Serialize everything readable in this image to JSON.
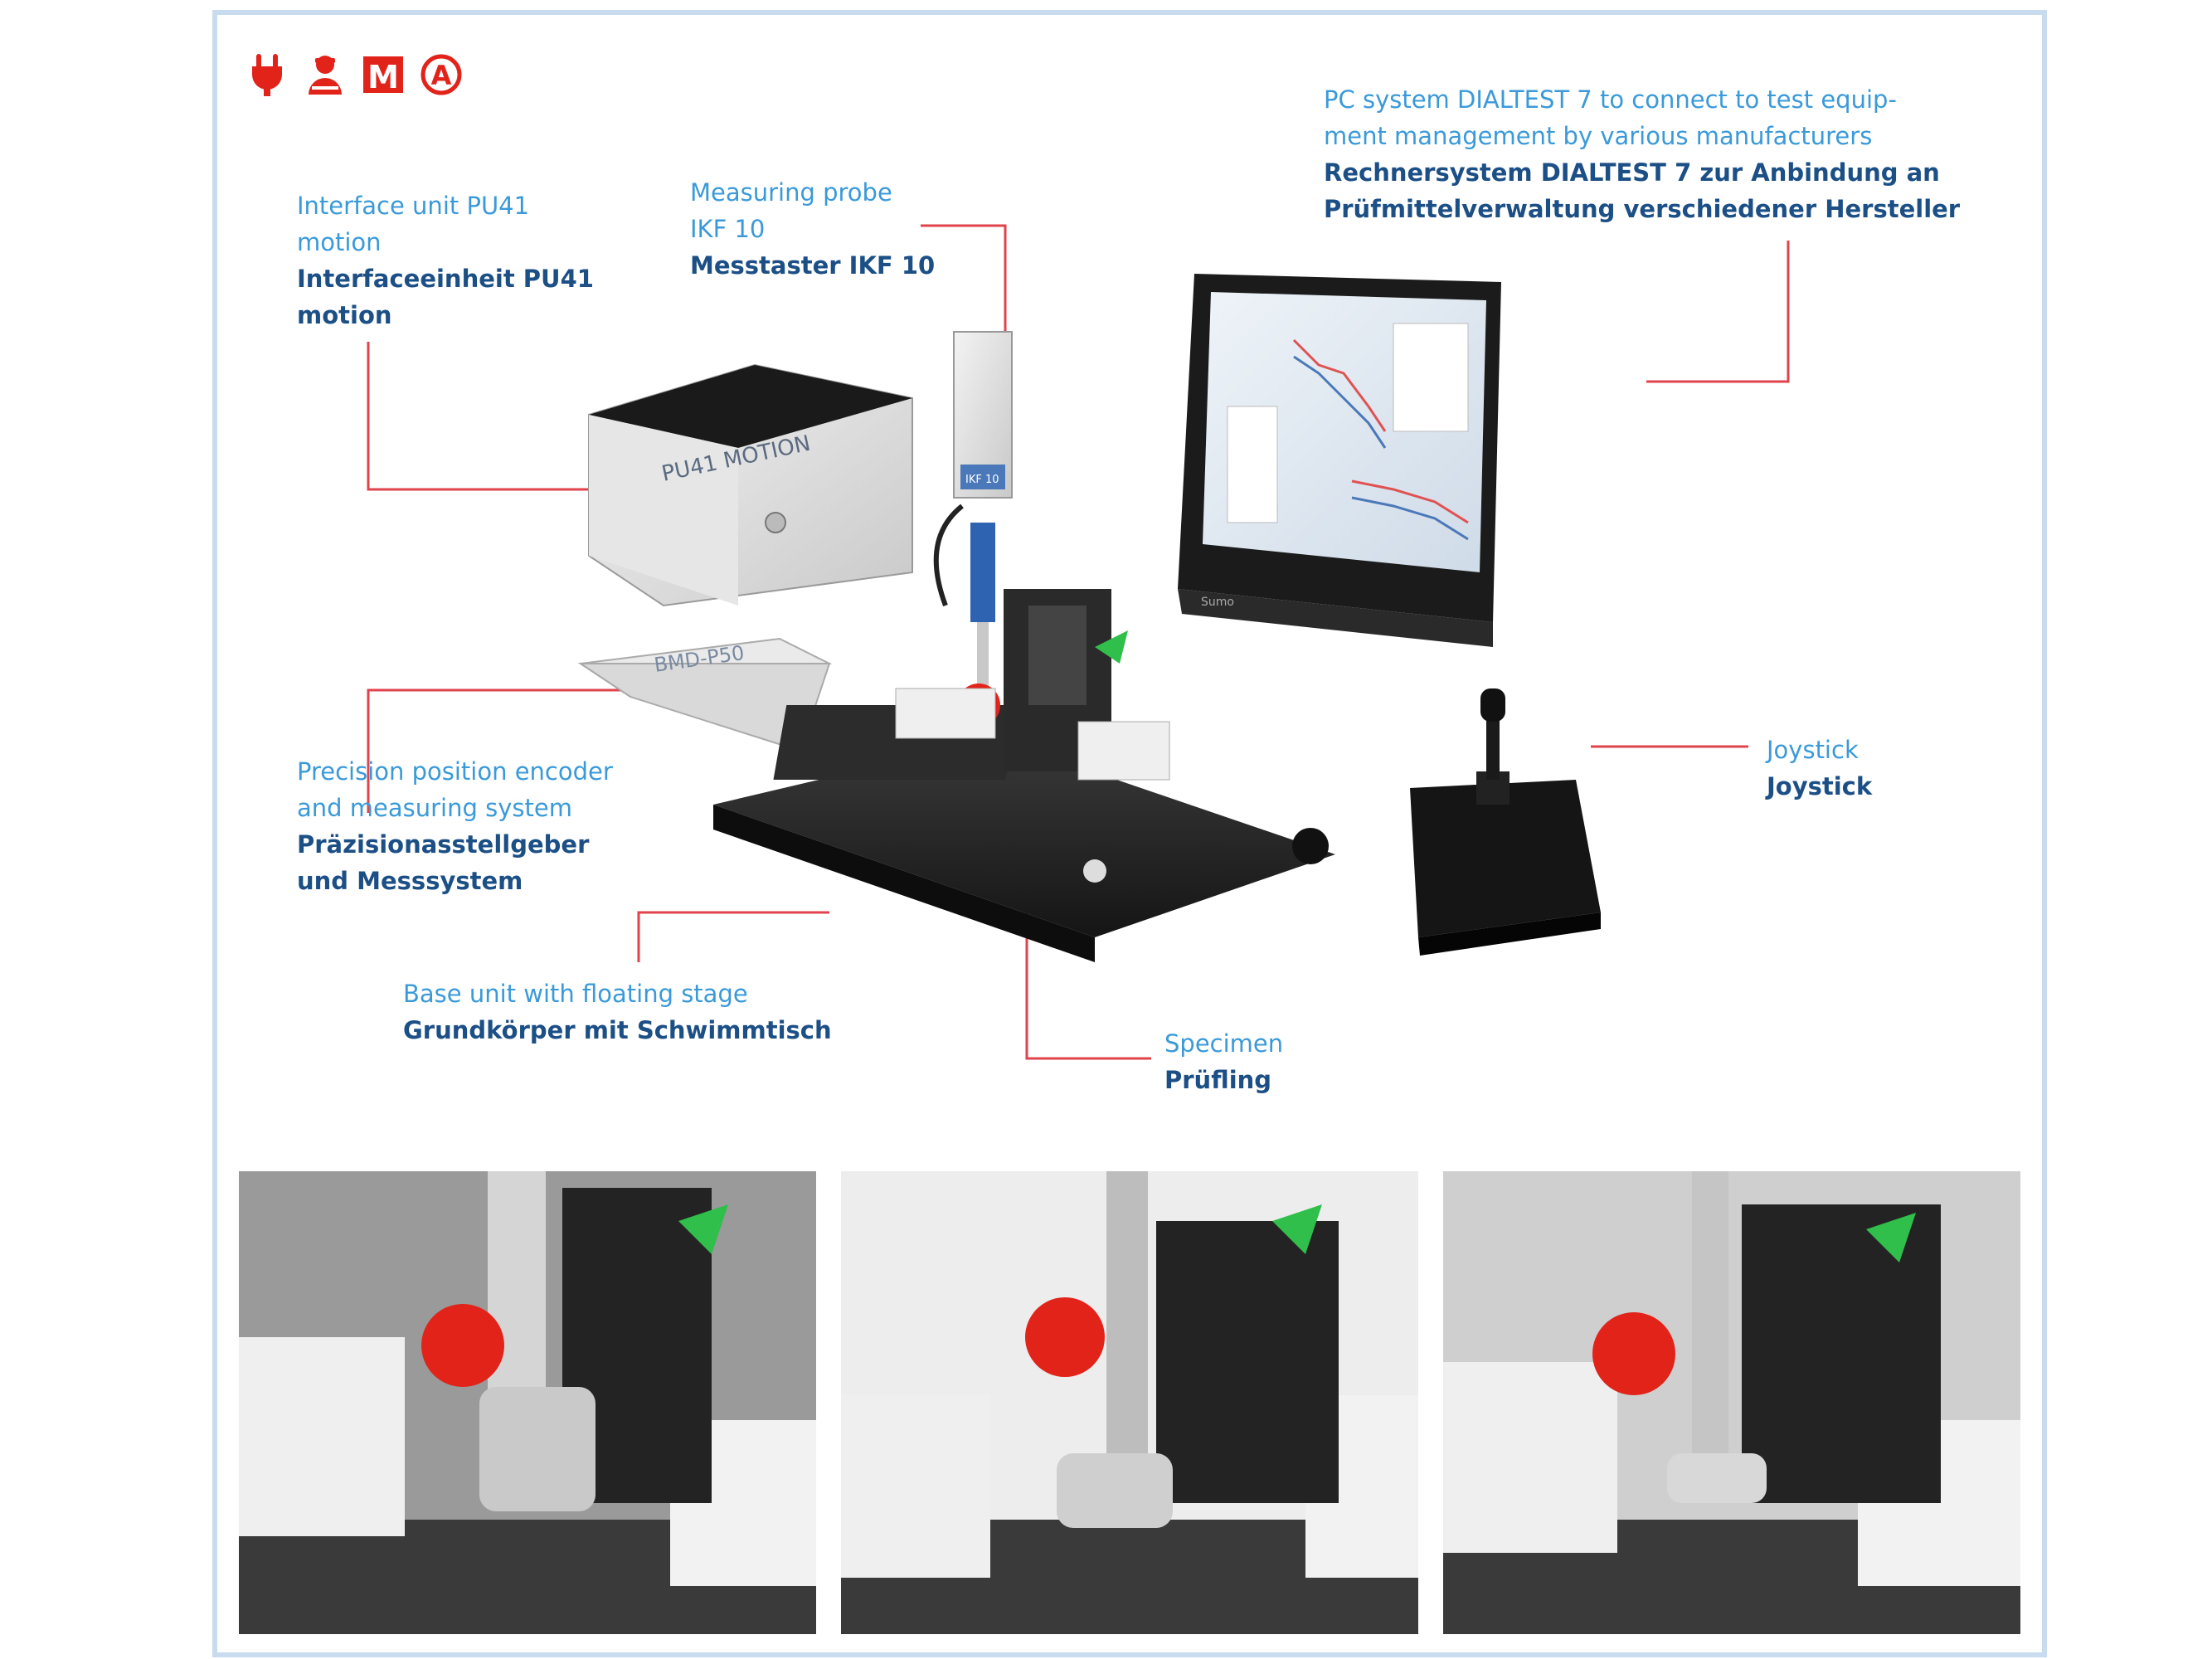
{
  "icons": [
    {
      "name": "plug-icon",
      "color": "#e2231a"
    },
    {
      "name": "operator-icon",
      "color": "#e2231a"
    },
    {
      "name": "m-badge-icon",
      "color": "#e2231a",
      "letter": "M"
    },
    {
      "name": "a-circle-icon",
      "color": "#e2231a",
      "letter": "A"
    }
  ],
  "callouts": {
    "interface": {
      "en1": "Interface unit PU41",
      "en2": "motion",
      "de1": "Interfaceeinheit PU41",
      "de2": "motion"
    },
    "probe": {
      "en1": "Measuring probe",
      "en2": "IKF 10",
      "de1": "Messtaster IKF 10"
    },
    "pc": {
      "en1": "PC system DIALTEST 7 to connect to test equip-",
      "en2": "ment management by various manufacturers",
      "de1": "Rechnersystem DIALTEST 7 zur Anbindung an",
      "de2": "Prüfmittelverwaltung verschiedener Hersteller"
    },
    "encoder": {
      "en1": "Precision position encoder",
      "en2": "and measuring system",
      "de1": "Präzisionasstellgeber",
      "de2": "und Messsystem"
    },
    "joystick": {
      "en1": "Joystick",
      "de1": "Joystick"
    },
    "base": {
      "en1": "Base unit with floating stage",
      "de1": "Grundkörper mit Schwimmtisch"
    },
    "specimen": {
      "en1": "Specimen",
      "de1": "Prüfling"
    }
  },
  "device_labels": {
    "pu41": "PU41 MOTION",
    "ikf": "IKF 10",
    "bmd": "BMD-P50",
    "monitor_brand": "Sumo"
  },
  "colors": {
    "en_text": "#3a9ad9",
    "de_text": "#1b4f86",
    "leader_line": "#e0434b",
    "frame": "#c9dcef"
  }
}
